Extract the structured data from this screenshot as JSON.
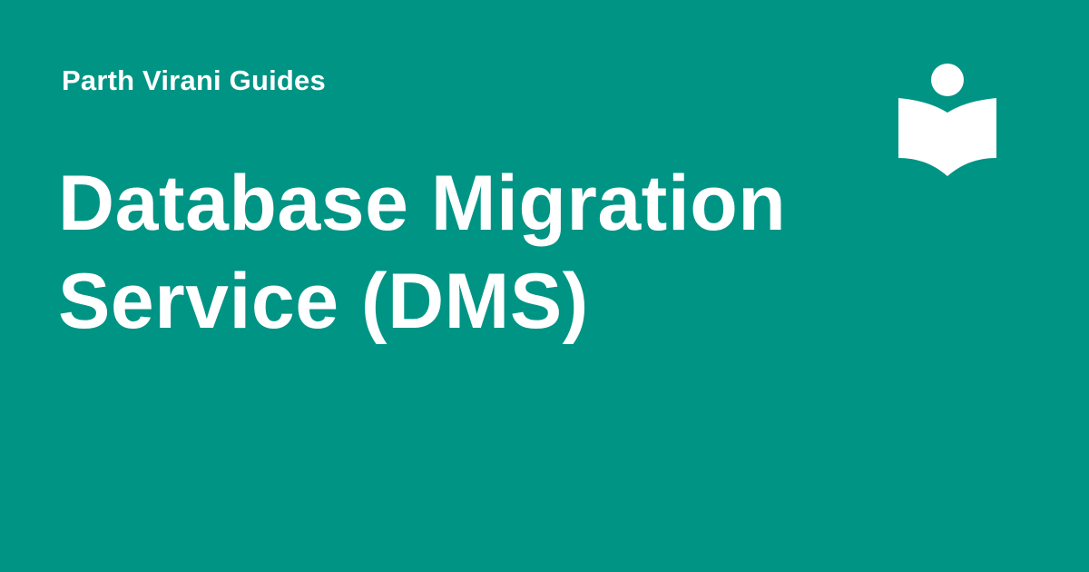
{
  "brand": {
    "site_name": "Parth Virani Guides",
    "logo_icon": "reader-book-icon"
  },
  "title": {
    "line1": "Database Migration",
    "line2": "Service (DMS)"
  },
  "colors": {
    "background": "#009485",
    "text": "#ffffff"
  }
}
